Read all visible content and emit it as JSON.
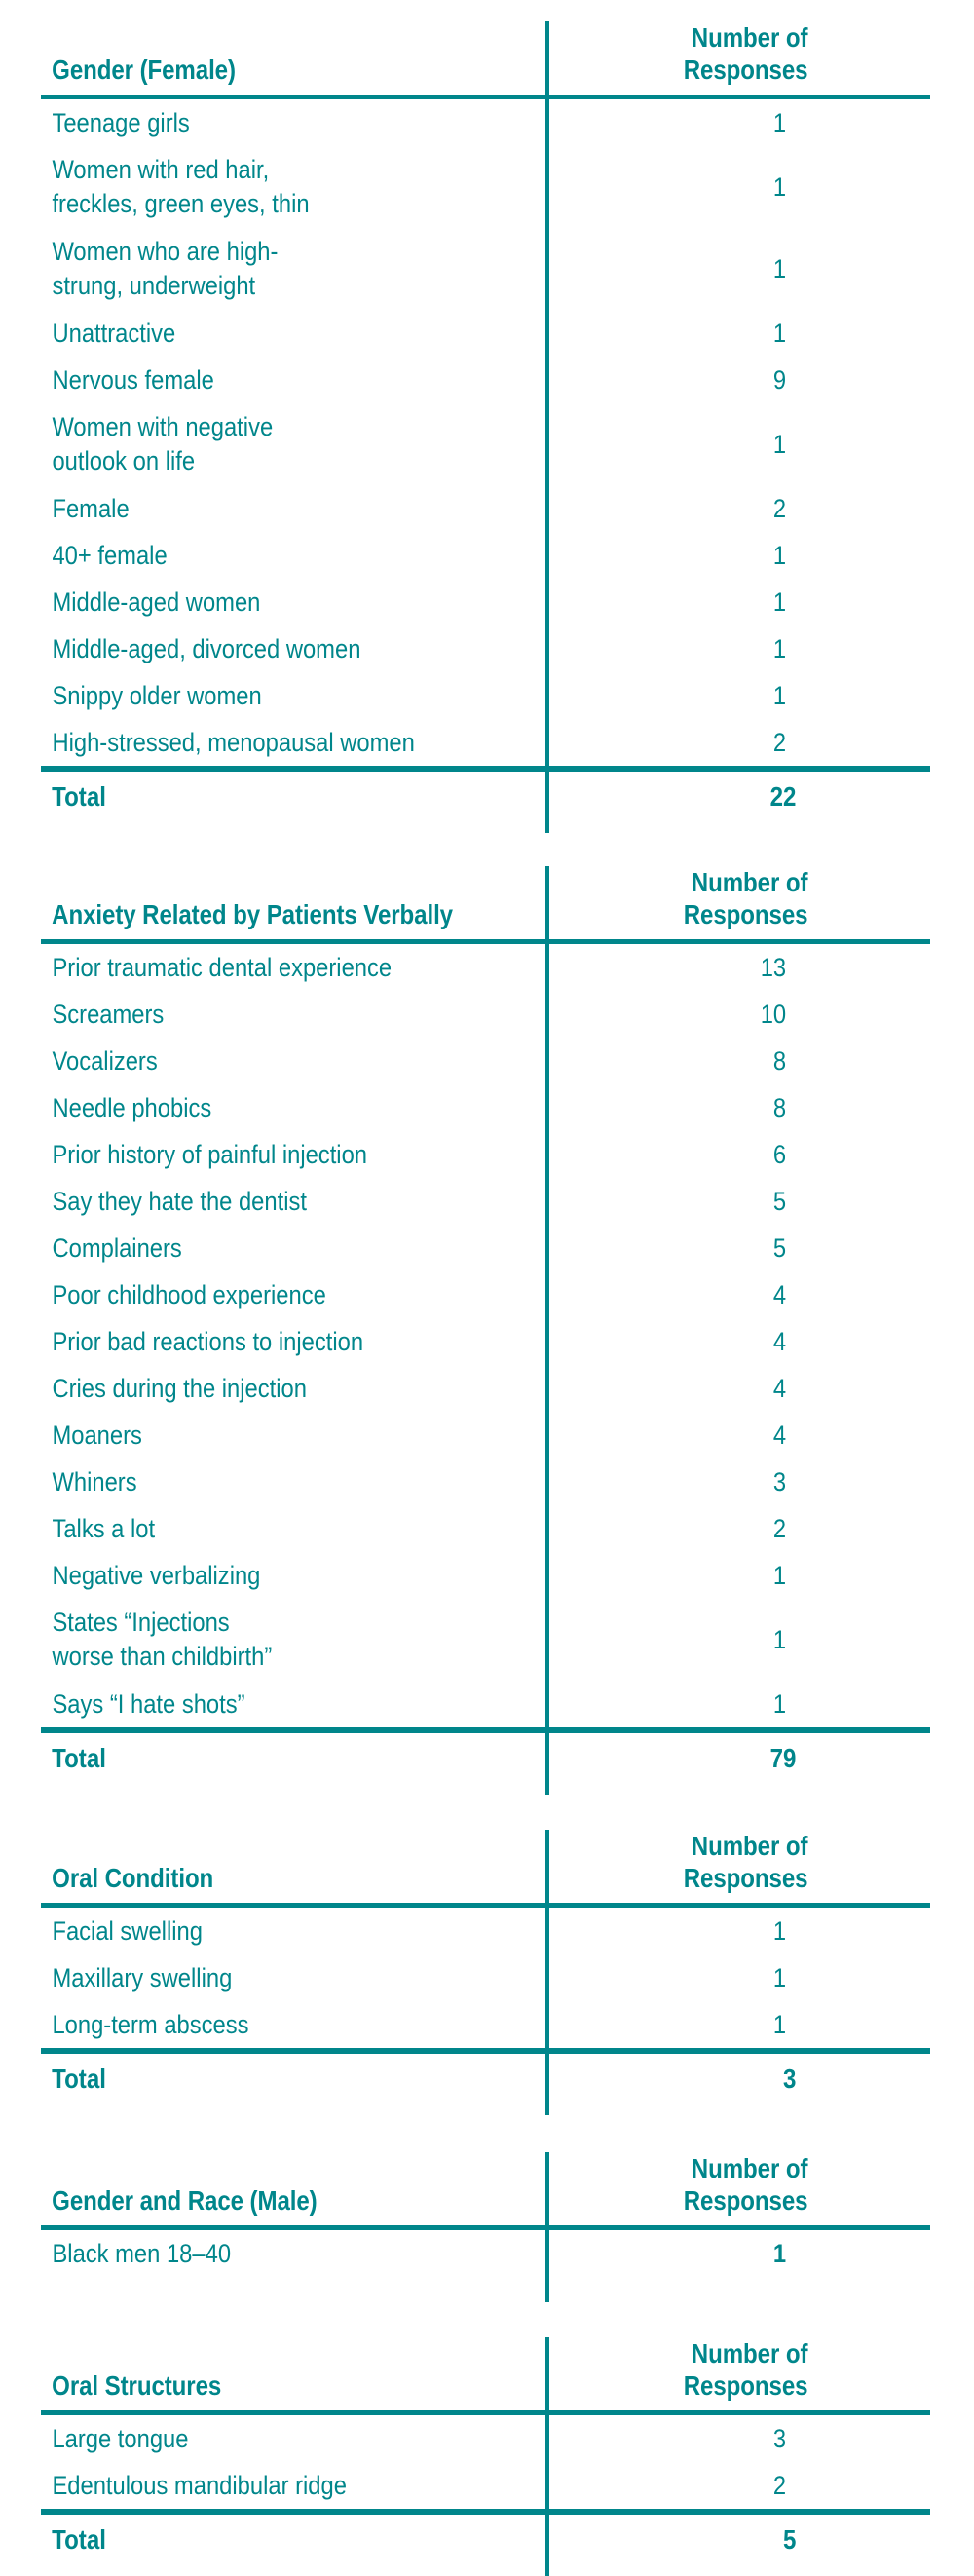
{
  "theme": {
    "accent": "#00868B",
    "background": "#FFFFFF"
  },
  "common": {
    "responses_header": "Number of Responses",
    "total_label": "Total"
  },
  "tables": [
    {
      "id": "gender-female",
      "header_label": "Gender (Female)",
      "header_label_lines": [
        "Gender (Female)"
      ],
      "value_header": "Number of Responses",
      "rows": [
        {
          "label_lines": [
            "Teenage girls"
          ],
          "value": "1"
        },
        {
          "label_lines": [
            "Women with red hair,",
            "freckles, green eyes, thin"
          ],
          "value": "1"
        },
        {
          "label_lines": [
            "Women who are high-",
            "strung, underweight"
          ],
          "value": "1"
        },
        {
          "label_lines": [
            "Unattractive"
          ],
          "value": "1"
        },
        {
          "label_lines": [
            "Nervous female"
          ],
          "value": "9"
        },
        {
          "label_lines": [
            "Women with negative",
            "outlook on life"
          ],
          "value": "1"
        },
        {
          "label_lines": [
            "Female"
          ],
          "value": "2"
        },
        {
          "label_lines": [
            "40+ female"
          ],
          "value": "1"
        },
        {
          "label_lines": [
            "Middle-aged women"
          ],
          "value": "1"
        },
        {
          "label_lines": [
            "Middle-aged, divorced women"
          ],
          "value": "1"
        },
        {
          "label_lines": [
            "Snippy older women"
          ],
          "value": "1"
        },
        {
          "label_lines": [
            "High-stressed, menopausal women"
          ],
          "value": "2"
        }
      ],
      "total_label": "Total",
      "total_value": "22"
    },
    {
      "id": "anxiety-related",
      "header_label": "Anxiety Related by Patients Verbally",
      "header_label_lines": [
        "Anxiety Related",
        "by Patients Verbally"
      ],
      "value_header": "Number of Responses",
      "rows": [
        {
          "label_lines": [
            "Prior traumatic dental experience"
          ],
          "value": "13"
        },
        {
          "label_lines": [
            "Screamers"
          ],
          "value": "10"
        },
        {
          "label_lines": [
            "Vocalizers"
          ],
          "value": "8"
        },
        {
          "label_lines": [
            "Needle phobics"
          ],
          "value": "8"
        },
        {
          "label_lines": [
            "Prior history of painful injection"
          ],
          "value": "6"
        },
        {
          "label_lines": [
            "Say they hate the dentist"
          ],
          "value": "5"
        },
        {
          "label_lines": [
            "Complainers"
          ],
          "value": "5"
        },
        {
          "label_lines": [
            "Poor childhood experience"
          ],
          "value": "4"
        },
        {
          "label_lines": [
            "Prior bad reactions to injection"
          ],
          "value": "4"
        },
        {
          "label_lines": [
            "Cries during the injection"
          ],
          "value": "4"
        },
        {
          "label_lines": [
            "Moaners"
          ],
          "value": "4"
        },
        {
          "label_lines": [
            "Whiners"
          ],
          "value": "3"
        },
        {
          "label_lines": [
            "Talks a lot"
          ],
          "value": "2"
        },
        {
          "label_lines": [
            "Negative verbalizing"
          ],
          "value": "1"
        },
        {
          "label_lines": [
            "States “Injections",
            "worse than childbirth”"
          ],
          "value": "1"
        },
        {
          "label_lines": [
            "Says “I hate shots”"
          ],
          "value": "1"
        }
      ],
      "total_label": "Total",
      "total_value": "79"
    },
    {
      "id": "oral-condition",
      "header_label": "Oral Condition",
      "header_label_lines": [
        "Oral Condition"
      ],
      "value_header": "Number of Responses",
      "rows": [
        {
          "label_lines": [
            "Facial swelling"
          ],
          "value": "1"
        },
        {
          "label_lines": [
            "Maxillary swelling"
          ],
          "value": "1"
        },
        {
          "label_lines": [
            "Long-term abscess"
          ],
          "value": "1"
        }
      ],
      "total_label": "Total",
      "total_value": "3"
    },
    {
      "id": "gender-and-race-male",
      "header_label": "Gender and Race (Male)",
      "header_label_lines": [
        "Gender and Race (Male)"
      ],
      "value_header": "Number of Responses",
      "rows": [
        {
          "label_lines": [
            "Black men 18–40"
          ],
          "value": "1",
          "bold_value": true
        }
      ],
      "total_label": null,
      "total_value": null
    },
    {
      "id": "oral-structures",
      "header_label": "Oral Structures",
      "header_label_lines": [
        "Oral Structures"
      ],
      "value_header": "Number of Responses",
      "rows": [
        {
          "label_lines": [
            "Large tongue"
          ],
          "value": "3"
        },
        {
          "label_lines": [
            "Edentulous mandibular ridge"
          ],
          "value": "2"
        }
      ],
      "total_label": "Total",
      "total_value": "5"
    }
  ]
}
